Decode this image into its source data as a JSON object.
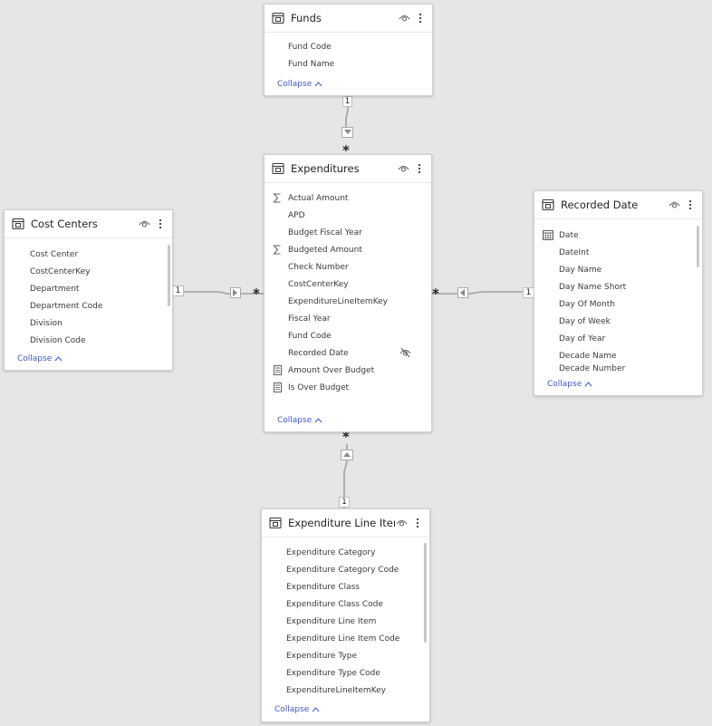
{
  "tables": {
    "funds": {
      "title": "Funds",
      "fields": [
        {
          "label": "Fund Code",
          "icon": ""
        },
        {
          "label": "Fund Name",
          "icon": ""
        }
      ],
      "collapse": "Collapse"
    },
    "expenditures": {
      "title": "Expenditures",
      "fields": [
        {
          "label": "Actual Amount",
          "icon": "sigma"
        },
        {
          "label": "APD",
          "icon": ""
        },
        {
          "label": "Budget Fiscal Year",
          "icon": ""
        },
        {
          "label": "Budgeted Amount",
          "icon": "sigma"
        },
        {
          "label": "Check Number",
          "icon": ""
        },
        {
          "label": "CostCenterKey",
          "icon": ""
        },
        {
          "label": "ExpenditureLineItemKey",
          "icon": ""
        },
        {
          "label": "Fiscal Year",
          "icon": ""
        },
        {
          "label": "Fund Code",
          "icon": ""
        },
        {
          "label": "Recorded Date",
          "icon": "",
          "hidden": true
        },
        {
          "label": "Amount Over Budget",
          "icon": "calculator"
        },
        {
          "label": "Is Over Budget",
          "icon": "calculator"
        }
      ],
      "collapse": "Collapse"
    },
    "cost_centers": {
      "title": "Cost Centers",
      "fields": [
        {
          "label": "Cost Center",
          "icon": ""
        },
        {
          "label": "CostCenterKey",
          "icon": ""
        },
        {
          "label": "Department",
          "icon": ""
        },
        {
          "label": "Department Code",
          "icon": ""
        },
        {
          "label": "Division",
          "icon": ""
        },
        {
          "label": "Division Code",
          "icon": ""
        }
      ],
      "collapse": "Collapse"
    },
    "recorded_date": {
      "title": "Recorded Date",
      "fields": [
        {
          "label": "Date",
          "icon": "calendar"
        },
        {
          "label": "DateInt",
          "icon": ""
        },
        {
          "label": "Day Name",
          "icon": ""
        },
        {
          "label": "Day Name Short",
          "icon": ""
        },
        {
          "label": "Day Of Month",
          "icon": ""
        },
        {
          "label": "Day of Week",
          "icon": ""
        },
        {
          "label": "Day of Year",
          "icon": ""
        },
        {
          "label": "Decade Name",
          "icon": ""
        },
        {
          "label": "Decade Number",
          "icon": ""
        }
      ],
      "collapse": "Collapse"
    },
    "expenditure_line_items": {
      "title": "Expenditure Line Items",
      "fields": [
        {
          "label": "Expenditure Category",
          "icon": ""
        },
        {
          "label": "Expenditure Category Code",
          "icon": ""
        },
        {
          "label": "Expenditure Class",
          "icon": ""
        },
        {
          "label": "Expenditure Class Code",
          "icon": ""
        },
        {
          "label": "Expenditure Line Item",
          "icon": ""
        },
        {
          "label": "Expenditure Line Item Code",
          "icon": ""
        },
        {
          "label": "Expenditure Type",
          "icon": ""
        },
        {
          "label": "Expenditure Type Code",
          "icon": ""
        },
        {
          "label": "ExpenditureLineItemKey",
          "icon": ""
        }
      ],
      "collapse": "Collapse"
    }
  },
  "relationships": {
    "funds_expenditures": {
      "one": "1",
      "many": "*"
    },
    "costcenters_expenditures": {
      "one": "1",
      "many": "*"
    },
    "recordeddate_expenditures": {
      "one": "1",
      "many": "*"
    },
    "lineitems_expenditures": {
      "one": "1",
      "many": "*"
    }
  },
  "colors": {
    "canvas": "#e6e6e6",
    "card": "#ffffff",
    "link": "#3a57c8",
    "line": "#a0a0a0"
  }
}
